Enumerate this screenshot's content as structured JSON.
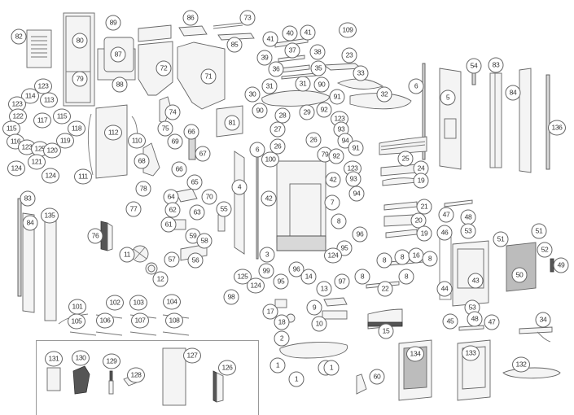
{
  "diagram": {
    "title": "Exploded parts view",
    "callouts": {
      "c82": "82",
      "c80": "80",
      "c79a": "79",
      "c89": "89",
      "c87": "87",
      "c88": "88",
      "c86": "86",
      "c73": "73",
      "c85": "85",
      "c72": "72",
      "c71": "71",
      "c123a": "123",
      "c114": "114",
      "c113": "113",
      "c123b": "123",
      "c122": "122",
      "c115a": "115",
      "c117": "117",
      "c115b": "115",
      "c118": "118",
      "c116": "116",
      "c123c": "123",
      "c125a": "125",
      "c120": "120",
      "c119": "119",
      "c121": "121",
      "c124a": "124",
      "c124b": "124",
      "c111": "111",
      "c112": "112",
      "c110": "110",
      "c74": "74",
      "c75": "75",
      "c69": "69",
      "c66a": "66",
      "c67": "67",
      "c68": "68",
      "c66b": "66",
      "c65": "65",
      "c81": "81",
      "c41a": "41",
      "c40": "40",
      "c41b": "41",
      "c109": "109",
      "c37": "37",
      "c38": "38",
      "c39": "39",
      "c36": "36",
      "c35": "35",
      "c23": "23",
      "c33": "33",
      "c31a": "31",
      "c31b": "31",
      "c90a": "90",
      "c30": "30",
      "c90b": "90",
      "c32": "32",
      "c6a": "6",
      "c91a": "91",
      "c92a": "92",
      "c123d": "123",
      "c28": "28",
      "c29": "29",
      "c93a": "93",
      "c27": "27",
      "c94a": "94",
      "c26a": "26",
      "c26b": "26",
      "c91b": "91",
      "c79b": "79",
      "c92b": "92",
      "c25": "25",
      "c6b": "6",
      "c100": "100",
      "c123e": "123",
      "c93b": "93",
      "c94b": "94",
      "c24": "24",
      "c19a": "19",
      "c54": "54",
      "c83a": "83",
      "c5": "5",
      "c84a": "84",
      "c136": "136",
      "c4": "4",
      "c42a": "42",
      "c42b": "42",
      "c7": "7",
      "c8a": "8",
      "c3": "3",
      "c96a": "96",
      "c95a": "95",
      "c124c": "124",
      "c99": "99",
      "c96b": "96",
      "c95b": "95",
      "c14": "14",
      "c13": "13",
      "c97": "97",
      "c125b": "125",
      "c124d": "124",
      "c98": "98",
      "c21": "21",
      "c20": "20",
      "c19b": "19",
      "c47a": "47",
      "c48a": "48",
      "c46": "46",
      "c53a": "53",
      "c51a": "51",
      "c51b": "51",
      "c52": "52",
      "c49": "49",
      "c50": "50",
      "c43": "43",
      "c44": "44",
      "c53b": "53",
      "c8b": "8",
      "c8c": "8",
      "c16": "16",
      "c8d": "8",
      "c8e": "8",
      "c8f": "8",
      "c22": "22",
      "c78": "78",
      "c77": "77",
      "c64": "64",
      "c62": "62",
      "c63": "63",
      "c70": "70",
      "c61": "61",
      "c55": "55",
      "c59": "59",
      "c58": "58",
      "c57": "57",
      "c56": "56",
      "c76": "76",
      "c11": "11",
      "c12": "12",
      "c83b": "83",
      "c84b": "84",
      "c135": "135",
      "c101": "101",
      "c102": "102",
      "c103": "103",
      "c104": "104",
      "c105": "105",
      "c106": "106",
      "c107": "107",
      "c108": "108",
      "c17": "17",
      "c18": "18",
      "c9": "9",
      "c10": "10",
      "c15": "15",
      "c2": "2",
      "c1a": "1",
      "c1b": "1",
      "c1c": "1",
      "c1d": "1",
      "c60": "60",
      "c45": "45",
      "c48b": "48",
      "c47b": "47",
      "c34": "34",
      "c134": "134",
      "c133": "133",
      "c132": "132",
      "c131": "131",
      "c130": "130",
      "c129": "129",
      "c128": "128",
      "c127": "127",
      "c126": "126"
    }
  }
}
